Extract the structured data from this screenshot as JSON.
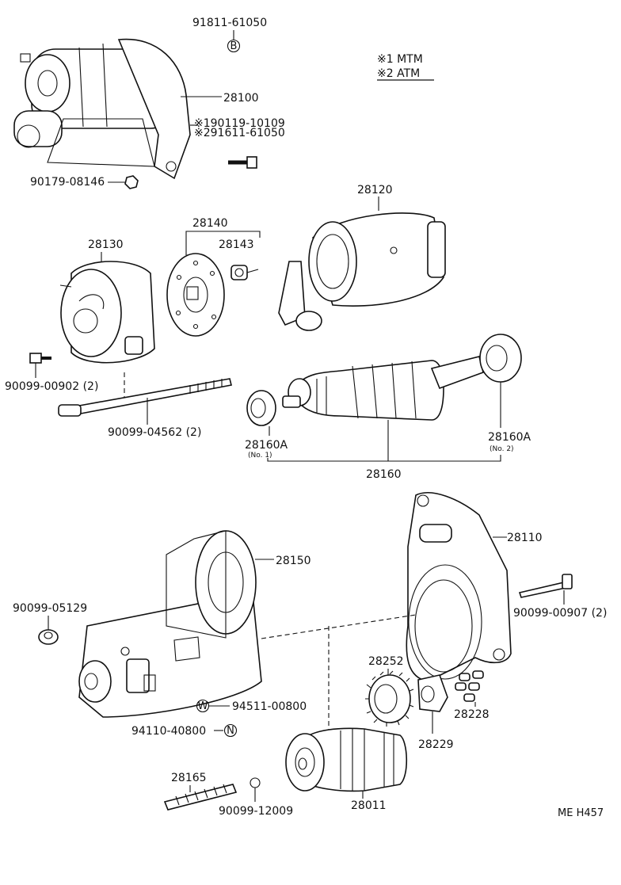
{
  "legend": {
    "line1": "※1 MTM",
    "line2": "※2 ATM"
  },
  "labels": {
    "p_91811_61050": "91811-61050",
    "code_b": "B",
    "p_28100": "28100",
    "p_90119_10109": "※190119-10109",
    "p_91611_61050": "※291611-61050",
    "p_90179_08146": "90179-08146",
    "p_28120": "28120",
    "p_28140": "28140",
    "p_28130": "28130",
    "p_28143": "28143",
    "p_90099_00902": "90099-00902 (2)",
    "p_90099_04562": "90099-04562 (2)",
    "p_28160A_1": "28160A",
    "p_28160A_1_sub": "(No. 1)",
    "p_28160A_2": "28160A",
    "p_28160A_2_sub": "(No. 2)",
    "p_28160": "28160",
    "p_28110": "28110",
    "p_28150": "28150",
    "p_90099_05129": "90099-05129",
    "p_90099_00907": "90099-00907 (2)",
    "p_28252": "28252",
    "p_28228": "28228",
    "p_94511_00800": "94511-00800",
    "code_w": "W",
    "p_94110_40800": "94110-40800",
    "code_n": "N",
    "p_28229": "28229",
    "p_28165": "28165",
    "p_90099_12009": "90099-12009",
    "p_28011": "28011",
    "diagram_id": "ME H457"
  }
}
